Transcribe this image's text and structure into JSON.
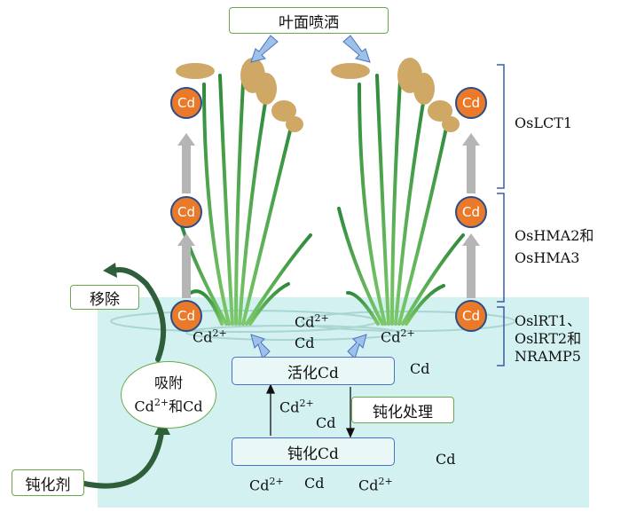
{
  "top_label": "叶面喷洒",
  "circle_label": "Cd",
  "side_labels": {
    "oslct1": "OsLCT1",
    "oshma_line1": "OsHMA2和",
    "oshma_line2": "OsHMA3",
    "osirt_line1": "OslRT1、",
    "osirt_line2": "OslRT2和",
    "osirt_line3": "NRAMP5"
  },
  "remove_label": "移除",
  "adsorb": {
    "line1": "吸附",
    "cd": "Cd",
    "charge": "2+",
    "suffix": "和Cd"
  },
  "agent_label": "钝化剂",
  "active_cd_label": "活化Cd",
  "passive_cd_label": "钝化Cd",
  "process_label": "钝化处理",
  "ion": {
    "symbol": "Cd",
    "charge": "2+"
  },
  "colors": {
    "water": "#d3f1f1",
    "circle": "#ea7a2a",
    "green_border": "#6aa84f",
    "blue_border": "#4a72c4",
    "transport_arrow": "#b5b5b5",
    "curve_arrow": "#2f5f3a"
  }
}
